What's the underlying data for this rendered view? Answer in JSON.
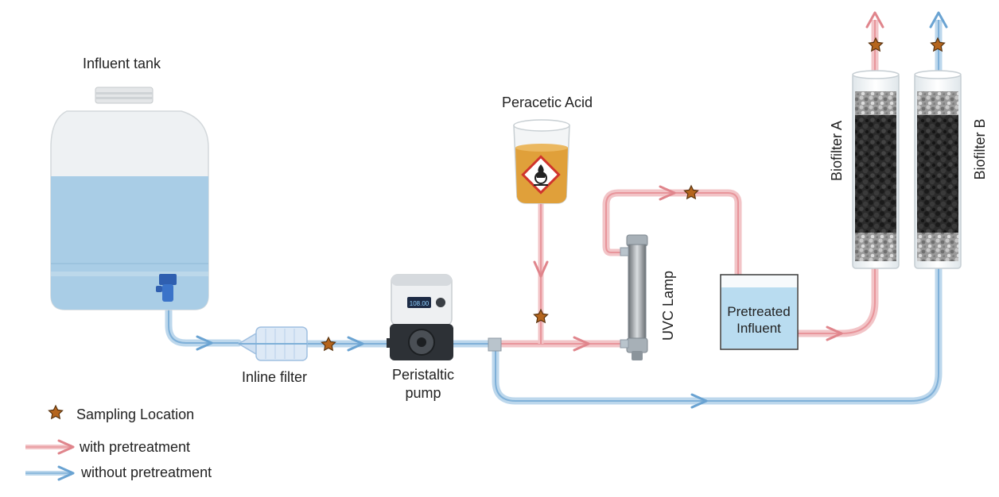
{
  "labels": {
    "influent_tank": "Influent tank",
    "inline_filter": "Inline filter",
    "peristaltic_pump_line1": "Peristaltic",
    "peristaltic_pump_line2": "pump",
    "peracetic_acid": "Peracetic Acid",
    "uvc_lamp": "UVC Lamp",
    "pretreated_line1": "Pretreated",
    "pretreated_line2": "Influent",
    "biofilter_a": "Biofilter A",
    "biofilter_b": "Biofilter B",
    "pump_display": "108.00"
  },
  "legend": {
    "sampling": "Sampling Location",
    "with": "with pretreatment",
    "without": "without pretreatment"
  },
  "colors": {
    "with_pretreatment": "#e8959b",
    "without_pretreatment": "#7fb0d8",
    "star_fill": "#b5651d",
    "star_stroke": "#5a3410",
    "water": "#a9cde6",
    "acid": "#e0a03a",
    "media_dark": "#222222"
  }
}
